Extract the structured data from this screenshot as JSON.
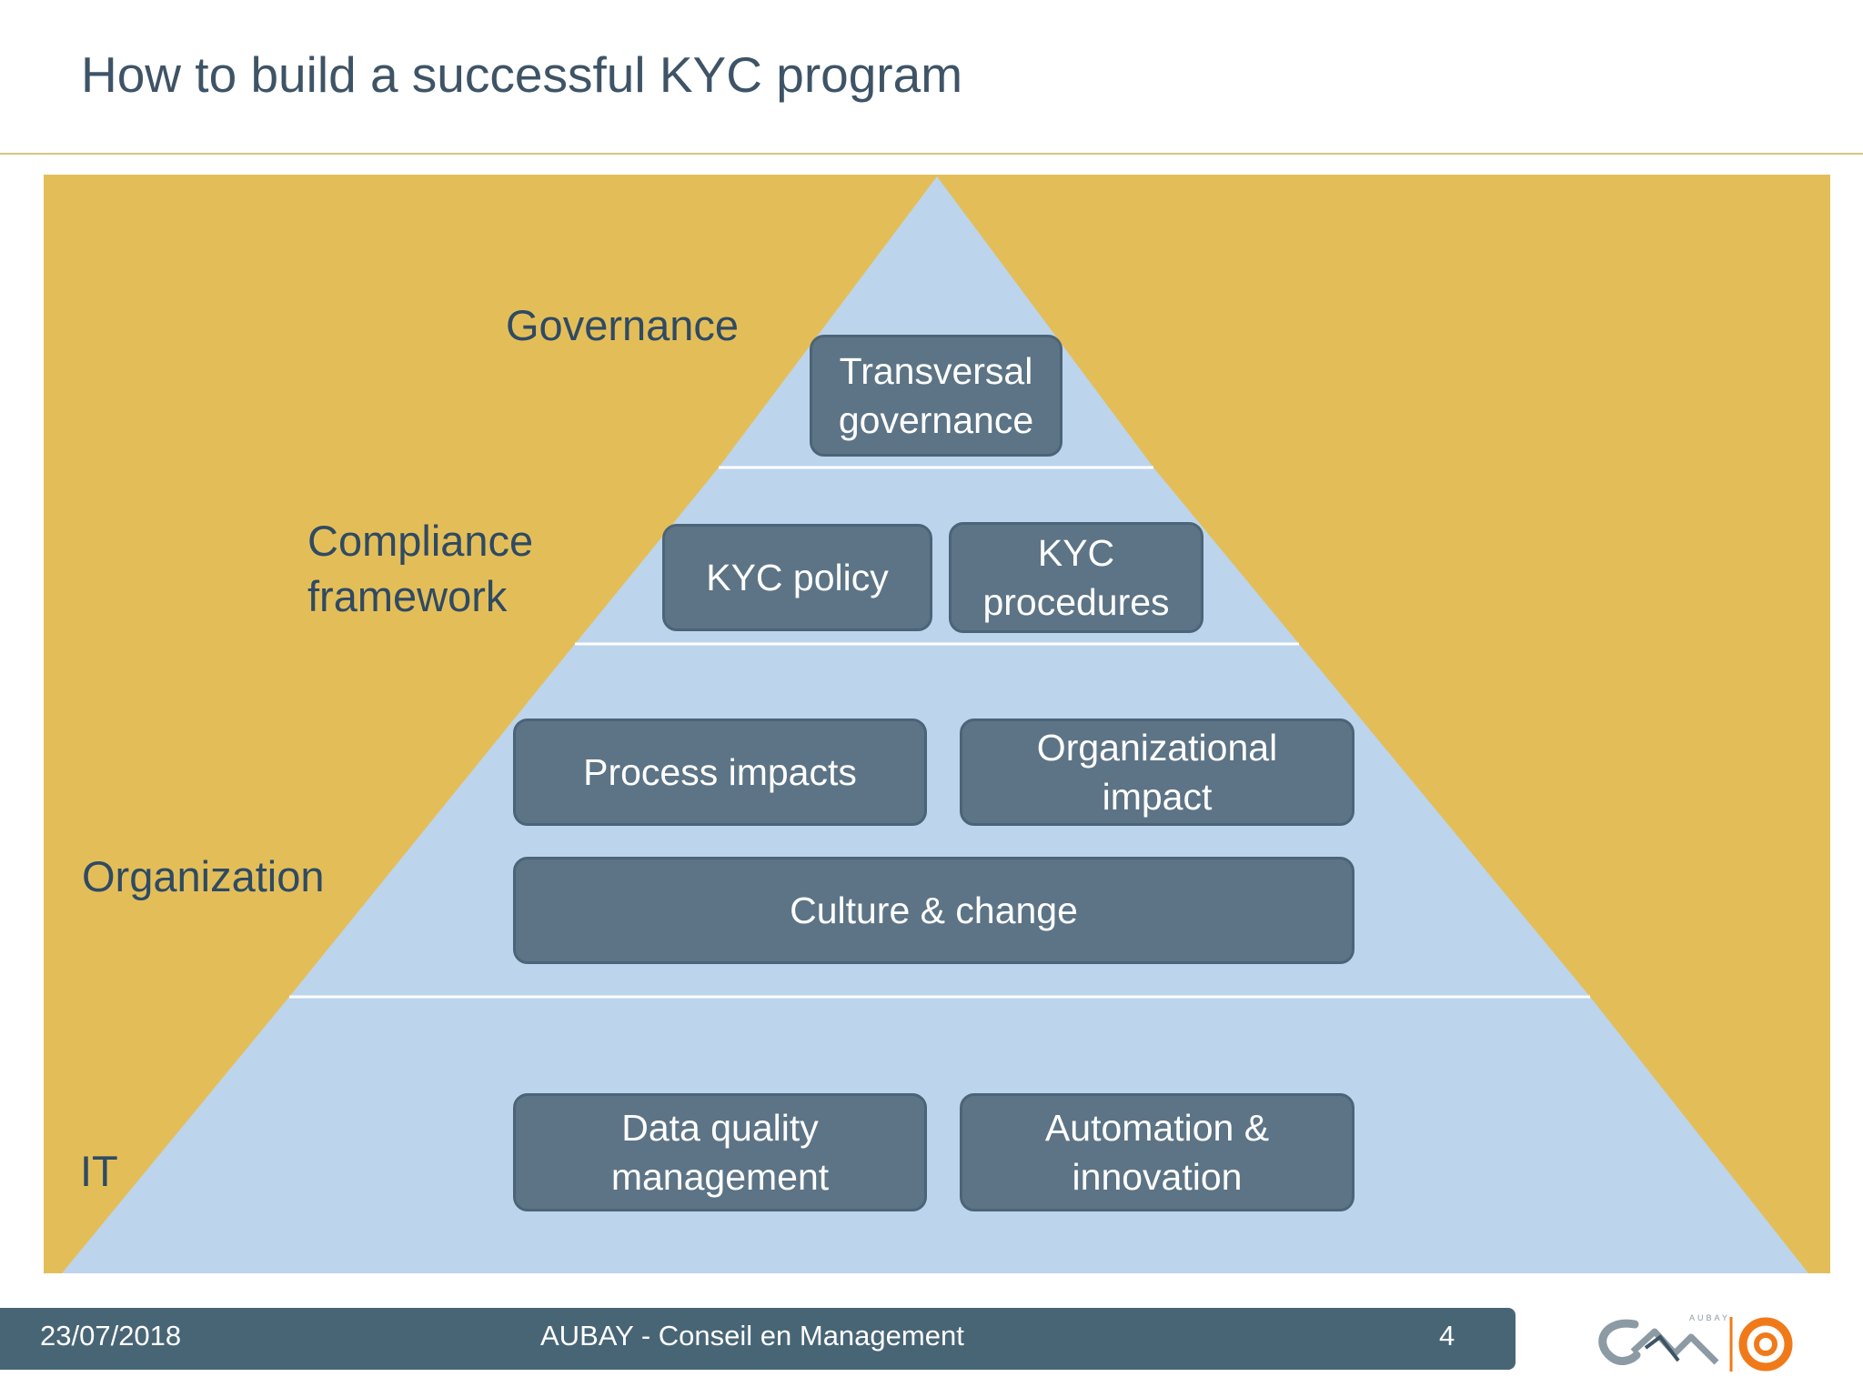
{
  "slide": {
    "title": "How to build a successful KYC program"
  },
  "colors": {
    "background_panel": "#e3be58",
    "pyramid_fill": "#bcd4ec",
    "box_fill": "#5c7485",
    "label_text": "#2f4a63",
    "footer_bar": "#486575",
    "logo_orange": "#f07a1a",
    "logo_gray": "#8c9aa4"
  },
  "pyramid": {
    "layers": [
      {
        "label": "Governance",
        "boxes": [
          "Transversal governance"
        ]
      },
      {
        "label": "Compliance framework",
        "boxes": [
          "KYC policy",
          "KYC procedures"
        ]
      },
      {
        "label": "Organization",
        "boxes": [
          "Process impacts",
          "Organizational impact",
          "Culture & change"
        ]
      },
      {
        "label": "IT",
        "boxes": [
          "Data quality management",
          "Automation & innovation"
        ]
      }
    ]
  },
  "footer": {
    "date": "23/07/2018",
    "center": "AUBAY - Conseil en Management",
    "page": "4",
    "logo_text": "AUBAY"
  }
}
